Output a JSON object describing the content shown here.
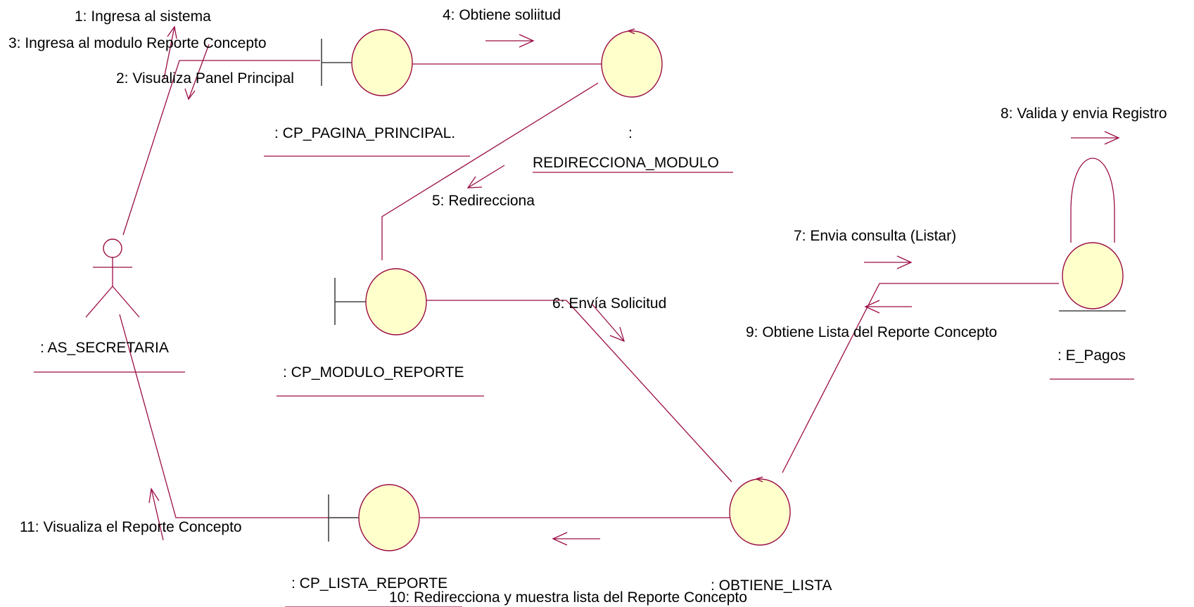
{
  "diagram": {
    "type": "collaboration diagram",
    "colors": {
      "line": "#9a0c45",
      "object_fill": "#ffffcc",
      "text": "#000000"
    },
    "objects": [
      {
        "id": "as_secretaria",
        "kind": "actor",
        "label": ": AS_SECRETARIA"
      },
      {
        "id": "cp_pagina_principal",
        "kind": "boundary",
        "label": ": CP_PAGINA_PRINCIPAL."
      },
      {
        "id": "redirecciona_modulo",
        "kind": "control",
        "label_prefix": ":",
        "label": "REDIRECCIONA_MODULO"
      },
      {
        "id": "cp_modulo_reporte",
        "kind": "boundary",
        "label": ": CP_MODULO_REPORTE"
      },
      {
        "id": "obtiene_lista",
        "kind": "control",
        "label": ": OBTIENE_LISTA"
      },
      {
        "id": "e_pagos",
        "kind": "entity",
        "label": ": E_Pagos"
      },
      {
        "id": "cp_lista_reporte",
        "kind": "boundary",
        "label": ": CP_LISTA_REPORTE"
      }
    ],
    "messages": [
      {
        "id": "m1",
        "text": "1: Ingresa al sistema"
      },
      {
        "id": "m2",
        "text": "2: Visualiza Panel Principal"
      },
      {
        "id": "m3",
        "text": "3: Ingresa al modulo Reporte Concepto"
      },
      {
        "id": "m4",
        "text": "4: Obtiene soliitud"
      },
      {
        "id": "m5",
        "text": "5: Redirecciona"
      },
      {
        "id": "m6",
        "text": "6: Envía Solicitud"
      },
      {
        "id": "m7",
        "text": "7: Envia consulta (Listar)"
      },
      {
        "id": "m8",
        "text": "8: Valida y envia Registro"
      },
      {
        "id": "m9",
        "text": "9: Obtiene Lista del Reporte Concepto"
      },
      {
        "id": "m10",
        "text": "10: Redirecciona y muestra lista del Reporte Concepto"
      },
      {
        "id": "m11",
        "text": "11: Visualiza el Reporte Concepto"
      }
    ]
  }
}
